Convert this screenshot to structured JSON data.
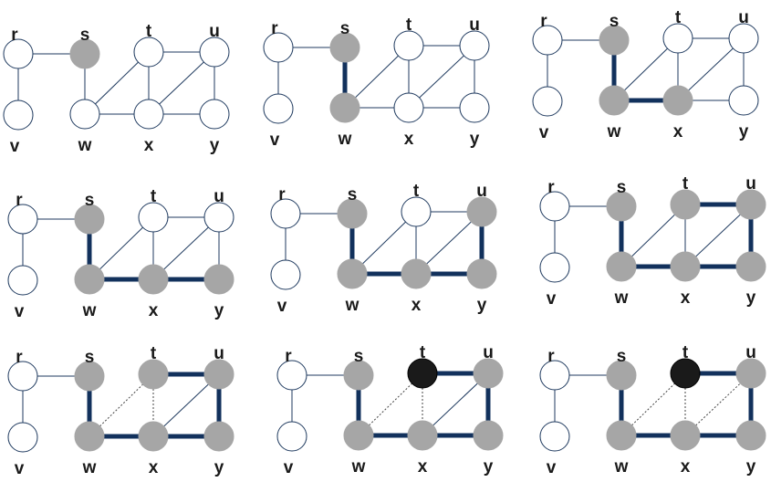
{
  "colors": {
    "white_fill": "#ffffff",
    "gray_fill": "#a6a6a6",
    "black_fill": "#1a1a1a",
    "node_stroke": "#1f3a5f",
    "thin_edge": "#1f3a5f",
    "thick_edge": "#12315c",
    "dotted_edge": "#444444",
    "label": "#1a1a1a"
  },
  "graph": {
    "nodes": [
      "r",
      "s",
      "t",
      "u",
      "v",
      "w",
      "x",
      "y"
    ],
    "edges": [
      [
        "r",
        "s"
      ],
      [
        "r",
        "v"
      ],
      [
        "s",
        "w"
      ],
      [
        "w",
        "t"
      ],
      [
        "w",
        "x"
      ],
      [
        "t",
        "x"
      ],
      [
        "t",
        "u"
      ],
      [
        "x",
        "u"
      ],
      [
        "x",
        "y"
      ],
      [
        "u",
        "y"
      ]
    ]
  },
  "panels": [
    {
      "fills": {
        "r": "white",
        "s": "gray",
        "t": "white",
        "u": "white",
        "v": "white",
        "w": "white",
        "x": "white",
        "y": "white"
      },
      "thick": [],
      "dotted": []
    },
    {
      "fills": {
        "r": "white",
        "s": "gray",
        "t": "white",
        "u": "white",
        "v": "white",
        "w": "gray",
        "x": "white",
        "y": "white"
      },
      "thick": [
        [
          "s",
          "w"
        ]
      ],
      "dotted": []
    },
    {
      "fills": {
        "r": "white",
        "s": "gray",
        "t": "white",
        "u": "white",
        "v": "white",
        "w": "gray",
        "x": "gray",
        "y": "white"
      },
      "thick": [
        [
          "s",
          "w"
        ],
        [
          "w",
          "x"
        ]
      ],
      "dotted": []
    },
    {
      "fills": {
        "r": "white",
        "s": "gray",
        "t": "white",
        "u": "white",
        "v": "white",
        "w": "gray",
        "x": "gray",
        "y": "gray"
      },
      "thick": [
        [
          "s",
          "w"
        ],
        [
          "w",
          "x"
        ],
        [
          "x",
          "y"
        ]
      ],
      "dotted": []
    },
    {
      "fills": {
        "r": "white",
        "s": "gray",
        "t": "white",
        "u": "gray",
        "v": "white",
        "w": "gray",
        "x": "gray",
        "y": "gray"
      },
      "thick": [
        [
          "s",
          "w"
        ],
        [
          "w",
          "x"
        ],
        [
          "x",
          "y"
        ],
        [
          "u",
          "y"
        ]
      ],
      "dotted": []
    },
    {
      "fills": {
        "r": "white",
        "s": "gray",
        "t": "gray",
        "u": "gray",
        "v": "white",
        "w": "gray",
        "x": "gray",
        "y": "gray"
      },
      "thick": [
        [
          "s",
          "w"
        ],
        [
          "w",
          "x"
        ],
        [
          "x",
          "y"
        ],
        [
          "u",
          "y"
        ],
        [
          "t",
          "u"
        ]
      ],
      "dotted": []
    },
    {
      "fills": {
        "r": "white",
        "s": "gray",
        "t": "gray",
        "u": "gray",
        "v": "white",
        "w": "gray",
        "x": "gray",
        "y": "gray"
      },
      "thick": [
        [
          "s",
          "w"
        ],
        [
          "w",
          "x"
        ],
        [
          "x",
          "y"
        ],
        [
          "u",
          "y"
        ],
        [
          "t",
          "u"
        ]
      ],
      "dotted": [
        [
          "w",
          "t"
        ],
        [
          "t",
          "x"
        ]
      ]
    },
    {
      "fills": {
        "r": "white",
        "s": "gray",
        "t": "black",
        "u": "gray",
        "v": "white",
        "w": "gray",
        "x": "gray",
        "y": "gray"
      },
      "thick": [
        [
          "s",
          "w"
        ],
        [
          "w",
          "x"
        ],
        [
          "x",
          "y"
        ],
        [
          "u",
          "y"
        ],
        [
          "t",
          "u"
        ]
      ],
      "dotted": [
        [
          "w",
          "t"
        ],
        [
          "t",
          "x"
        ]
      ]
    },
    {
      "fills": {
        "r": "white",
        "s": "gray",
        "t": "black",
        "u": "gray",
        "v": "white",
        "w": "gray",
        "x": "gray",
        "y": "gray"
      },
      "thick": [
        [
          "s",
          "w"
        ],
        [
          "w",
          "x"
        ],
        [
          "x",
          "y"
        ],
        [
          "u",
          "y"
        ],
        [
          "t",
          "u"
        ]
      ],
      "dotted": [
        [
          "w",
          "t"
        ],
        [
          "t",
          "x"
        ],
        [
          "x",
          "u"
        ]
      ]
    }
  ]
}
